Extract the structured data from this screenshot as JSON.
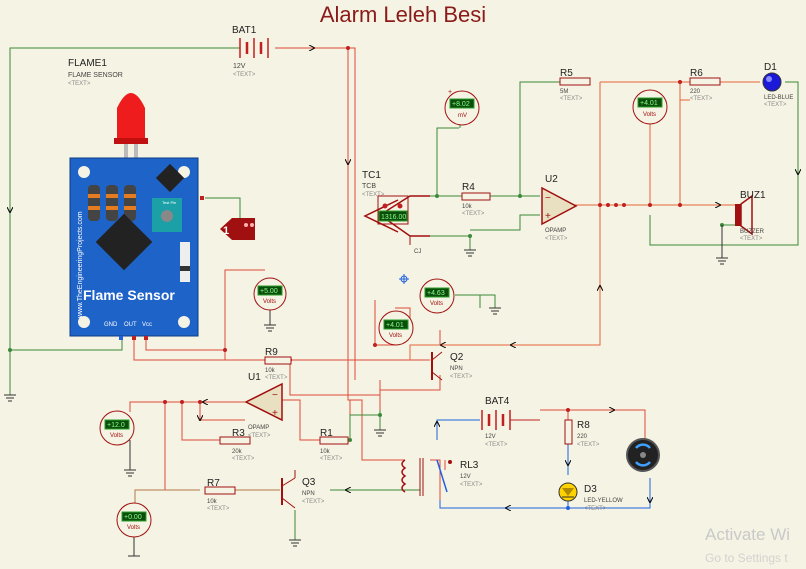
{
  "title": "Alarm Leleh Besi",
  "watermark": {
    "line1": "Activate Wi",
    "line2": "Go to Settings t"
  },
  "placeholder": "<TEXT>",
  "components": {
    "bat1": {
      "ref": "BAT1",
      "value": "12V"
    },
    "flame1": {
      "ref": "FLAME1",
      "value": "FLAME SENSOR",
      "board_text": "Flame Sensor",
      "url": "www.TheEngineeringProjects.com",
      "pins": [
        "GND",
        "OUT",
        "Vcc"
      ],
      "test_label": "Test Pin"
    },
    "tc1": {
      "ref": "TC1",
      "value": "TCB",
      "reading": "1316.00",
      "tag": "CJ"
    },
    "r4": {
      "ref": "R4",
      "value": "10k"
    },
    "r5": {
      "ref": "R5",
      "value": "5M"
    },
    "u2": {
      "ref": "U2",
      "value": "OPAMP"
    },
    "r6": {
      "ref": "R6",
      "value": "220"
    },
    "d1": {
      "ref": "D1",
      "value": "LED-BLUE"
    },
    "buz1": {
      "ref": "BUZ1",
      "value": "BUZZER"
    },
    "q2": {
      "ref": "Q2",
      "value": "NPN"
    },
    "r9": {
      "ref": "R9",
      "value": "10k"
    },
    "u1": {
      "ref": "U1",
      "value": "OPAMP"
    },
    "r3": {
      "ref": "R3",
      "value": "20k"
    },
    "r1": {
      "ref": "R1",
      "value": "10k"
    },
    "r7": {
      "ref": "R7",
      "value": "10k"
    },
    "q3": {
      "ref": "Q3",
      "value": "NPN"
    },
    "bat4": {
      "ref": "BAT4",
      "value": "12V"
    },
    "rl3": {
      "ref": "RL3",
      "value": "12V"
    },
    "r8": {
      "ref": "R8",
      "value": "220"
    },
    "d3": {
      "ref": "D3",
      "value": "LED-YELLOW"
    },
    "probe": {
      "value": "1"
    }
  },
  "meters": [
    {
      "id": "mv1",
      "value": "+8.02",
      "unit": "mV"
    },
    {
      "id": "vm_out",
      "value": "+4.01",
      "unit": "Volts"
    },
    {
      "id": "vm_sensor",
      "value": "+5.00",
      "unit": "Volts"
    },
    {
      "id": "vm_mid",
      "value": "+4.63",
      "unit": "Volts"
    },
    {
      "id": "vm_q2",
      "value": "+4.01",
      "unit": "Volts"
    },
    {
      "id": "vm_left",
      "value": "+12.0",
      "unit": "Volts"
    },
    {
      "id": "vm_bottom",
      "value": "+0.00",
      "unit": "Volts"
    }
  ],
  "colors": {
    "wire_red": "#e0483a",
    "wire_green": "#3a8a3a",
    "wire_blue": "#2060e0",
    "wire_orange": "#e8663a",
    "wire_brown": "#b47a4a",
    "component_red": "#a01010",
    "meter_green": "#2aa02a",
    "pcb_blue": "#1e63c8",
    "title": "#8b1a1a"
  }
}
